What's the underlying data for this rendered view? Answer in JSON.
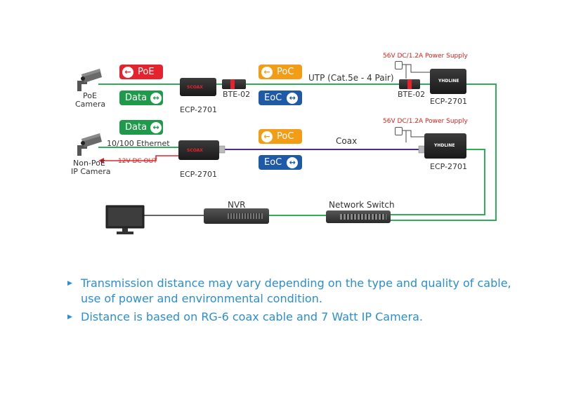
{
  "labels": {
    "poe_camera": [
      "PoE",
      "Camera"
    ],
    "nonpoe_camera": [
      "Non-PoE",
      "IP Camera"
    ],
    "ecp_2701": "ECP-2701",
    "bte_02": "BTE-02",
    "utp": "UTP (Cat.5e - 4 Pair)",
    "ethernet": "10/100 Ethernet",
    "coax": "Coax",
    "nvr": "NVR",
    "network_switch": "Network Switch",
    "power_supply_1": "56V DC/1.2A Power Supply",
    "power_supply_2": "56V DC/1.2A Power Supply",
    "dc_out": "12V DC OUT"
  },
  "pills": {
    "poe": "PoE",
    "data": "Data",
    "poc": "PoC",
    "eoc": "EoC"
  },
  "device_logos": {
    "small": "SCOAX",
    "large": "YHDLINE"
  },
  "notes": [
    [
      "Transmission distance may vary depending on the type and quality of cable,",
      "use of power and environmental condition."
    ],
    [
      "Distance is based on RG-6 coax cable and 7 Watt IP Camera."
    ]
  ],
  "colors": {
    "green_line": "#2fae5a",
    "coax_line": "#4b2d8c",
    "red_line": "#e4232f",
    "pill_red": "#e4232f",
    "pill_green": "#1f9a4b",
    "pill_orange": "#f39c16",
    "pill_blue": "#1f5aa8",
    "note_blue": "#2a8fd1"
  },
  "icons": [
    "left-arrow-icon",
    "left-right-arrow-icon",
    "bullet-arrow-icon"
  ]
}
